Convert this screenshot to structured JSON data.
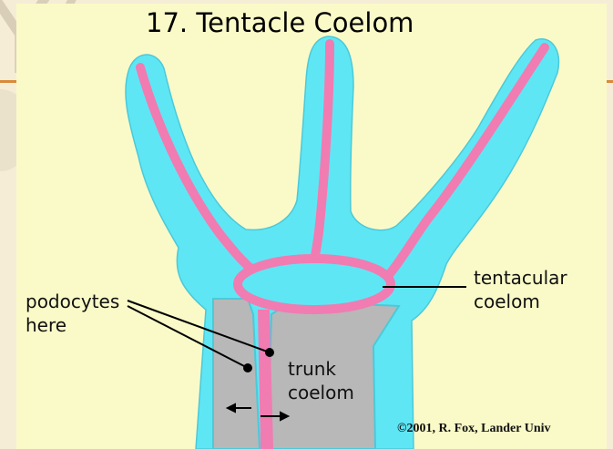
{
  "slide": {
    "background_letters": "Y(",
    "title": "17. Tentacle Coelom"
  },
  "diagram": {
    "labels": {
      "podocytes": [
        "podocytes",
        "here"
      ],
      "tentacular": [
        "tentacular",
        "coelom"
      ],
      "trunk": [
        "trunk",
        "coelom"
      ]
    },
    "credit": "©2001, R. Fox, Lander Univ"
  },
  "colors": {
    "panel": "#fafac8",
    "cyan": "#5fe6f5",
    "pink": "#f07cb2",
    "gray": "#b8b8b8",
    "slide_bg": "#f6edd6",
    "accent_rule": "#d98a3a"
  }
}
